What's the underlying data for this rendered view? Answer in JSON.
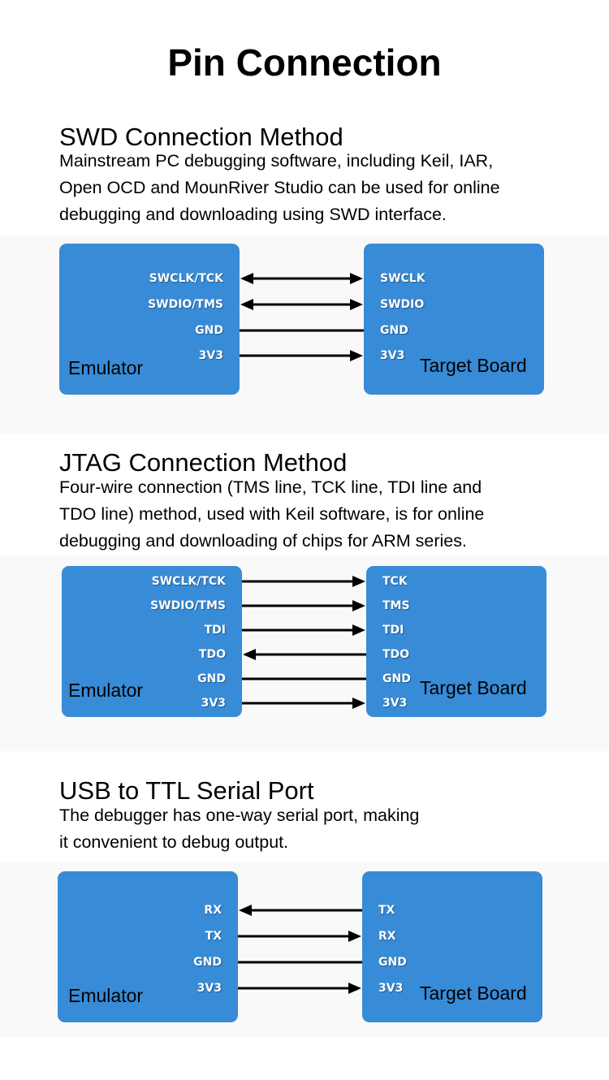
{
  "title": "Pin Connection",
  "colors": {
    "box": "#388bd6",
    "wire": "#000000"
  },
  "sections": [
    {
      "heading": "SWD Connection Method",
      "description": [
        "Mainstream PC debugging software, including Keil, IAR,",
        "Open OCD and MounRiver Studio can be used for online",
        "debugging and downloading using SWD interface."
      ],
      "left_label": "Emulator",
      "right_label": "Target Board",
      "connections": [
        {
          "left": "SWCLK/TCK",
          "right": "SWCLK",
          "direction": "both"
        },
        {
          "left": "SWDIO/TMS",
          "right": "SWDIO",
          "direction": "both"
        },
        {
          "left": "GND",
          "right": "GND",
          "direction": "none"
        },
        {
          "left": "3V3",
          "right": "3V3",
          "direction": "right"
        }
      ]
    },
    {
      "heading": "JTAG Connection Method",
      "description": [
        "Four-wire connection (TMS line, TCK line, TDI line and",
        "TDO line) method, used with Keil software, is for online",
        "debugging and downloading of chips for ARM series."
      ],
      "left_label": "Emulator",
      "right_label": "Target Board",
      "connections": [
        {
          "left": "SWCLK/TCK",
          "right": "TCK",
          "direction": "right"
        },
        {
          "left": "SWDIO/TMS",
          "right": "TMS",
          "direction": "right"
        },
        {
          "left": "TDI",
          "right": "TDI",
          "direction": "right"
        },
        {
          "left": "TDO",
          "right": "TDO",
          "direction": "left"
        },
        {
          "left": "GND",
          "right": "GND",
          "direction": "none"
        },
        {
          "left": "3V3",
          "right": "3V3",
          "direction": "right"
        }
      ]
    },
    {
      "heading": "USB to TTL Serial Port",
      "description": [
        "The debugger has one-way serial port, making",
        "it convenient to debug output."
      ],
      "left_label": "Emulator",
      "right_label": "Target Board",
      "connections": [
        {
          "left": "RX",
          "right": "TX",
          "direction": "left"
        },
        {
          "left": "TX",
          "right": "RX",
          "direction": "right"
        },
        {
          "left": "GND",
          "right": "GND",
          "direction": "none"
        },
        {
          "left": "3V3",
          "right": "3V3",
          "direction": "right"
        }
      ]
    }
  ]
}
